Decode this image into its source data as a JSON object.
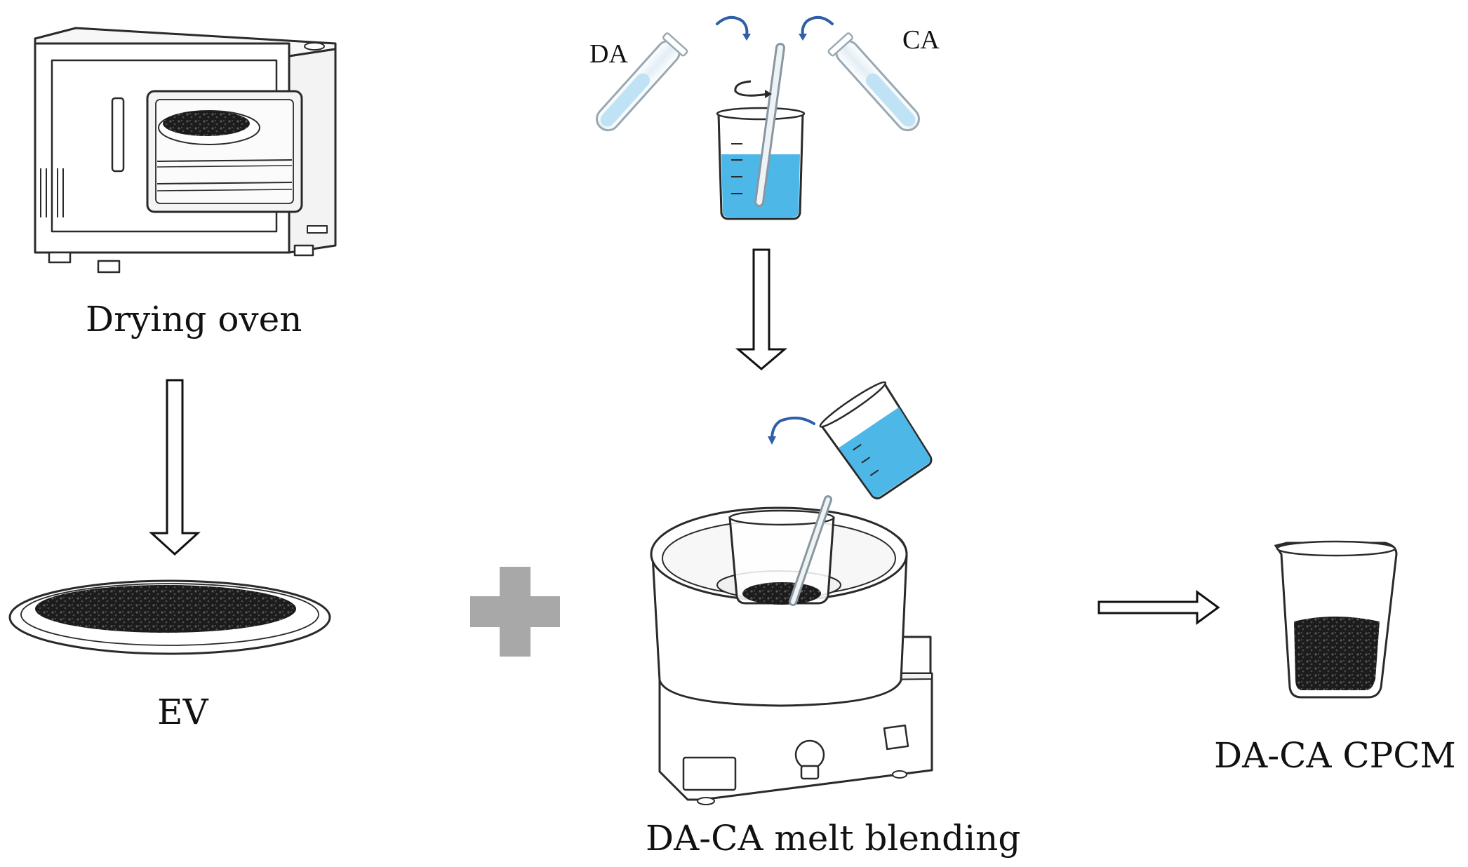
{
  "labels": {
    "drying_oven": "Drying oven",
    "ev": "EV",
    "da": "DA",
    "ca": "CA",
    "melt_blending": "DA-CA melt blending",
    "product": "DA-CA CPCM"
  },
  "colors": {
    "liquid": "#4db8e8",
    "liquid_light": "#bfe3f5",
    "granules": "#1c1c1c",
    "plus_sign": "#a8a8a8",
    "outline": "#2a2a2a",
    "rotation_arrow": "#2f5fa8"
  },
  "icons": [
    "drying-oven-icon",
    "ev-plate-icon",
    "test-tube-icon",
    "beaker-icon",
    "water-bath-icon",
    "plus-icon",
    "arrow-down-icon",
    "arrow-right-icon",
    "rotate-arrow-icon"
  ]
}
